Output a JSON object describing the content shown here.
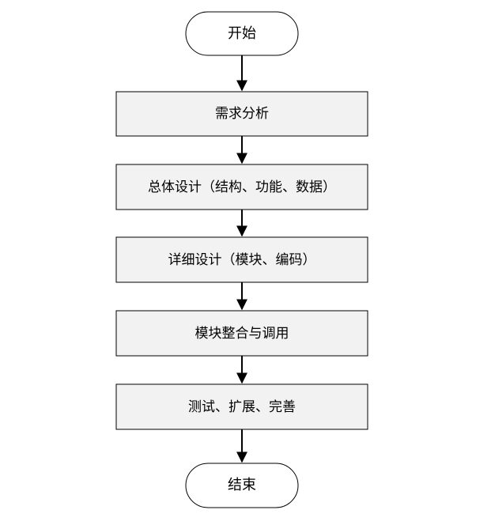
{
  "flowchart": {
    "start": {
      "label": "开始"
    },
    "steps": [
      {
        "label": "需求分析"
      },
      {
        "label": "总体设计（结构、功能、数据）"
      },
      {
        "label": "详细设计（模块、编码）"
      },
      {
        "label": "模块整合与调用"
      },
      {
        "label": "测试、扩展、完善"
      }
    ],
    "end": {
      "label": "结束"
    }
  },
  "colors": {
    "process_fill": "#f2f2f2",
    "terminal_fill": "#ffffff",
    "stroke": "#000000",
    "arrow": "#000000"
  }
}
